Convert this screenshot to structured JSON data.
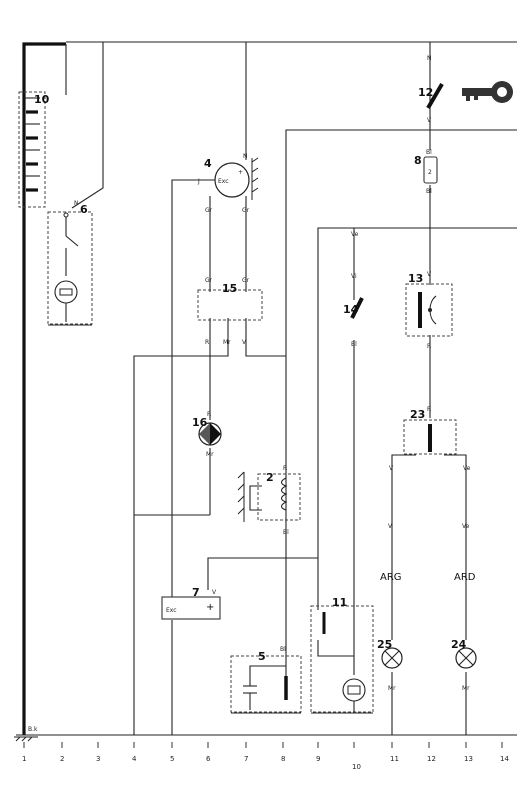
{
  "components": {
    "battery": "10",
    "starter_switch": "6",
    "dynamo": "4",
    "dynamo_exc": "Exc",
    "dynamo_plus": "+",
    "dynamo_n": "N",
    "ignition_switch": "12",
    "fuse": "8",
    "fuse_value": "2",
    "regulator": "15",
    "horn_button": "14",
    "stop_switch": "13",
    "charge_lamp": "16",
    "coil": "2",
    "relay": "7",
    "relay_exc": "Exc",
    "relay_plus": "+",
    "wiper": "11",
    "heater": "5",
    "rear_switch": "23",
    "lamp_left": "25",
    "lamp_right": "24",
    "lamp_left_label": "ARG",
    "lamp_right_label": "ARD",
    "ground_label": "B.k"
  },
  "wire_codes": {
    "n": "N",
    "v": "V",
    "bl": "Bl",
    "gr": "Gr",
    "r": "R",
    "mr": "Mr",
    "ve": "Ve",
    "vi": "Vi",
    "j": "J"
  },
  "columns": [
    "1",
    "2",
    "3",
    "4",
    "5",
    "6",
    "7",
    "8",
    "9",
    "10",
    "11",
    "12",
    "13",
    "14"
  ]
}
